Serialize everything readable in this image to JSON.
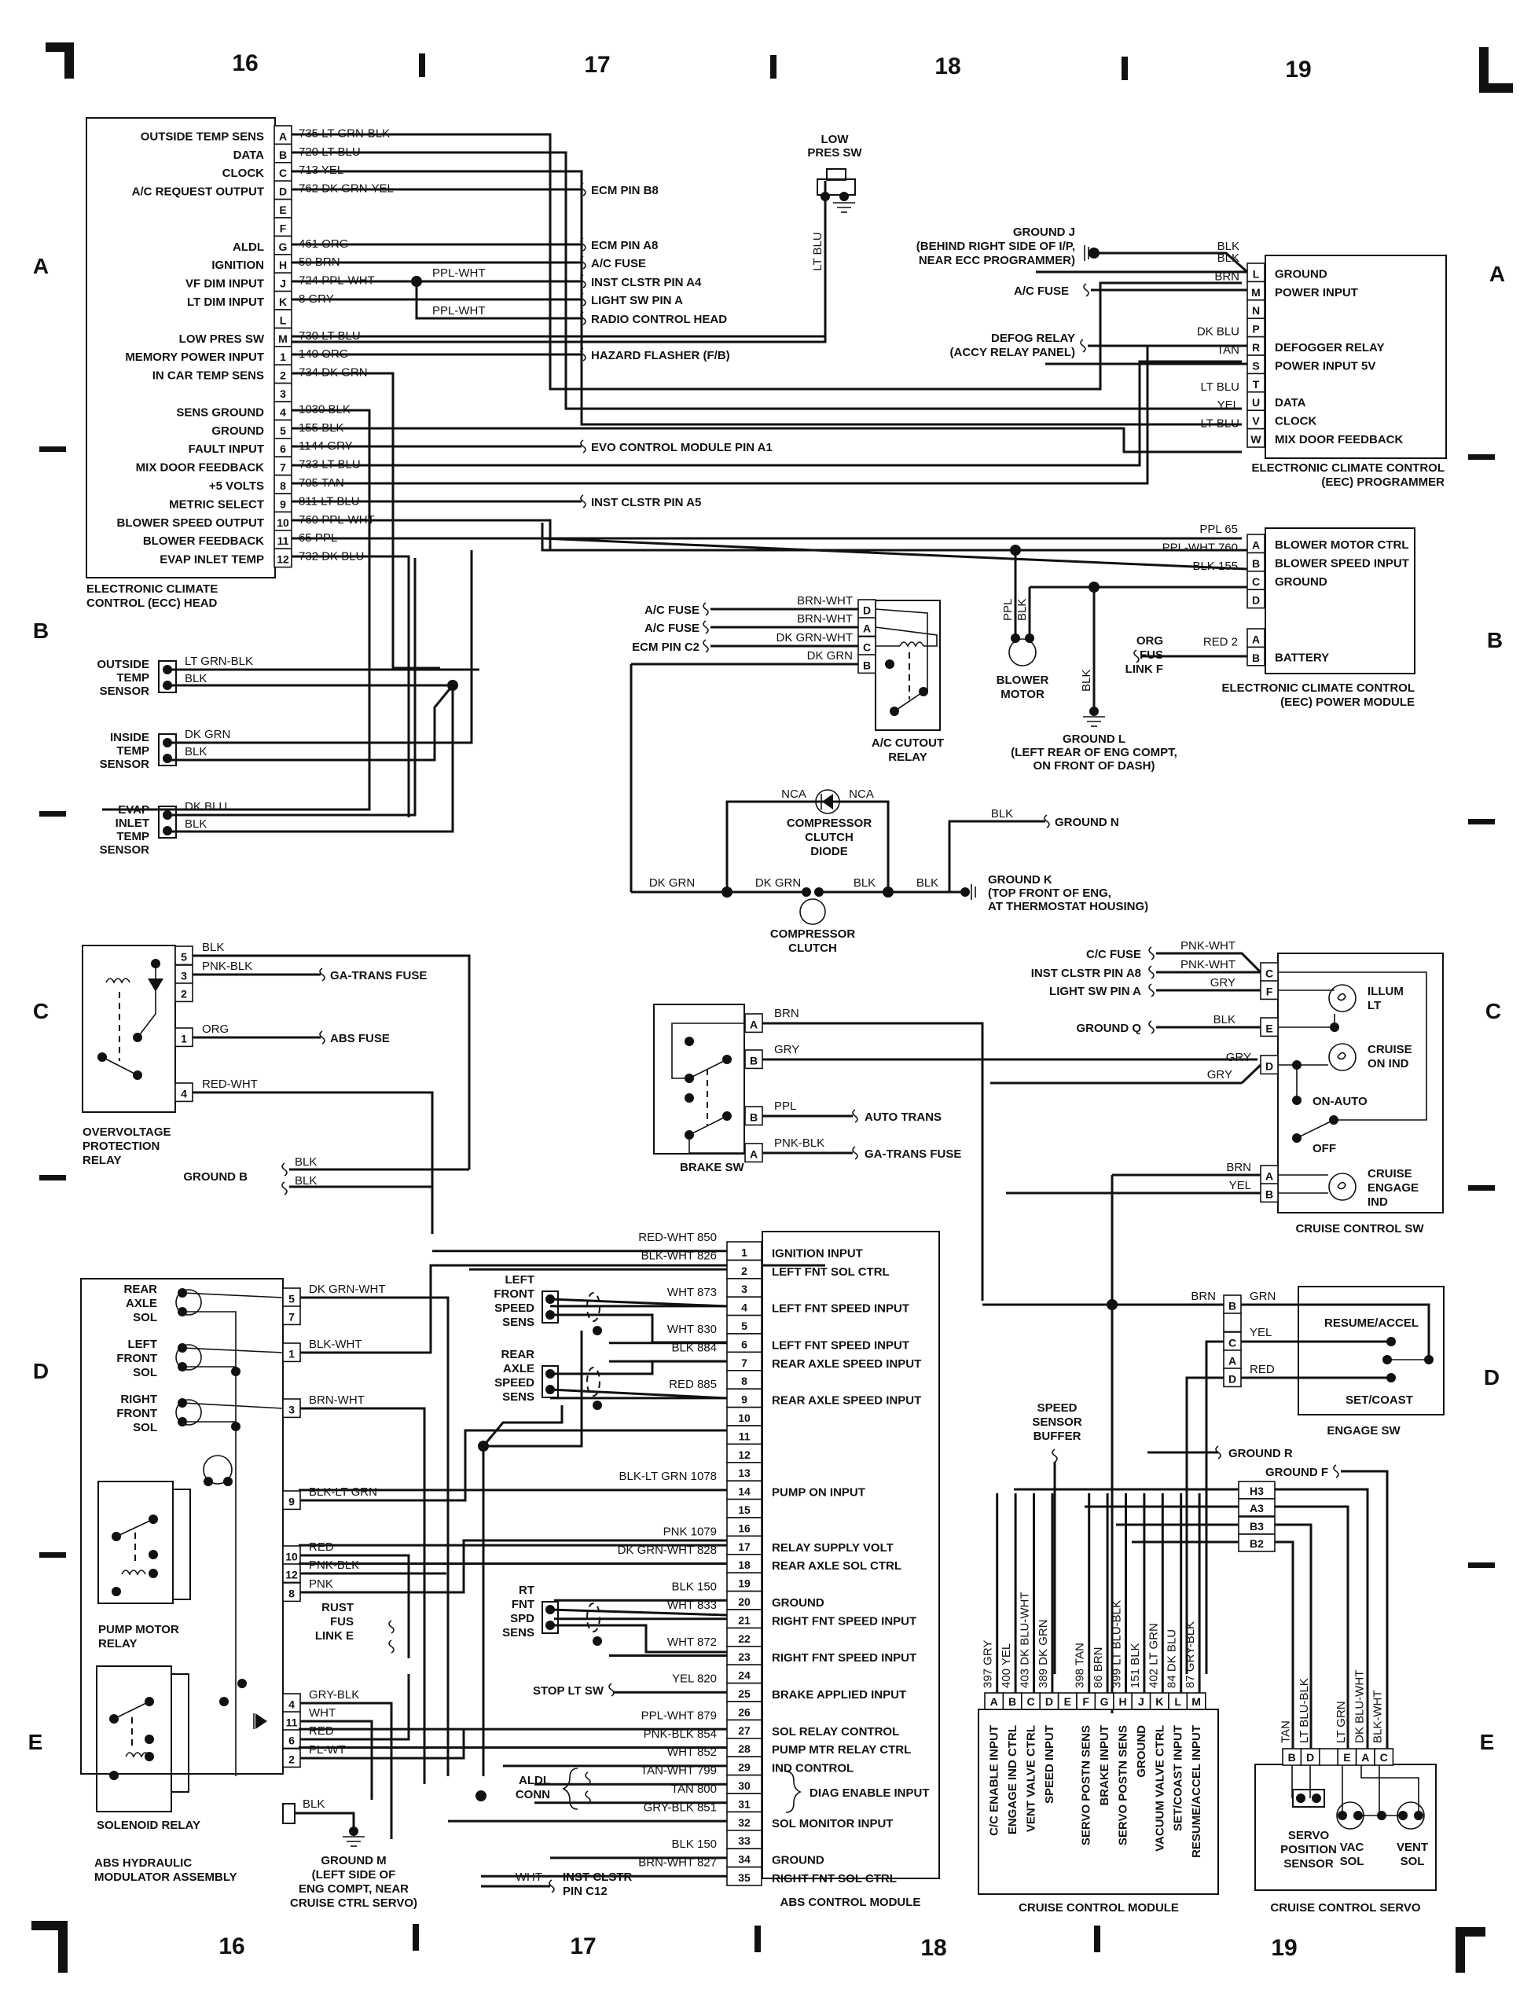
{
  "grid": {
    "columns_top": [
      "16",
      "17",
      "18",
      "19"
    ],
    "columns_bottom": [
      "16",
      "17",
      "18",
      "19"
    ],
    "rows_left": [
      "A",
      "B",
      "C",
      "D",
      "E"
    ],
    "rows_right": [
      "A",
      "B",
      "C",
      "D",
      "E"
    ]
  },
  "ecc_head": {
    "title": [
      "ELECTRONIC CLIMATE",
      "CONTROL (ECC) HEAD"
    ],
    "pins": [
      {
        "pin": "A",
        "func": "OUTSIDE TEMP SENS",
        "wire": "735 LT GRN-BLK"
      },
      {
        "pin": "B",
        "func": "DATA",
        "wire": "720 LT BLU"
      },
      {
        "pin": "C",
        "func": "CLOCK",
        "wire": "713 YEL"
      },
      {
        "pin": "D",
        "func": "A/C REQUEST OUTPUT",
        "wire": "762 DK GRN-YEL"
      },
      {
        "pin": "E",
        "func": "",
        "wire": ""
      },
      {
        "pin": "F",
        "func": "",
        "wire": ""
      },
      {
        "pin": "G",
        "func": "ALDL",
        "wire": "461 ORG"
      },
      {
        "pin": "H",
        "func": "IGNITION",
        "wire": "50 BRN"
      },
      {
        "pin": "J",
        "func": "VF DIM INPUT",
        "wire": "724 PPL-WHT"
      },
      {
        "pin": "K",
        "func": "LT DIM INPUT",
        "wire": "8 GRY"
      },
      {
        "pin": "L",
        "func": "",
        "wire": ""
      },
      {
        "pin": "M",
        "func": "LOW PRES SW",
        "wire": "730 LT BLU"
      },
      {
        "pin": "1",
        "func": "MEMORY POWER INPUT",
        "wire": "140 ORG"
      },
      {
        "pin": "2",
        "func": "IN CAR TEMP SENS",
        "wire": "734 DK GRN"
      },
      {
        "pin": "3",
        "func": "",
        "wire": ""
      },
      {
        "pin": "4",
        "func": "SENS GROUND",
        "wire": "1030 BLK"
      },
      {
        "pin": "5",
        "func": "GROUND",
        "wire": "155 BLK"
      },
      {
        "pin": "6",
        "func": "FAULT INPUT",
        "wire": "1144 GRY"
      },
      {
        "pin": "7",
        "func": "MIX DOOR FEEDBACK",
        "wire": "733 LT BLU"
      },
      {
        "pin": "8",
        "func": "+5 VOLTS",
        "wire": "705 TAN"
      },
      {
        "pin": "9",
        "func": "METRIC SELECT",
        "wire": "811 LT BLU"
      },
      {
        "pin": "10",
        "func": "BLOWER SPEED OUTPUT",
        "wire": "760 PPL-WHT"
      },
      {
        "pin": "11",
        "func": "BLOWER FEEDBACK",
        "wire": "65 PPL"
      },
      {
        "pin": "12",
        "func": "EVAP INLET TEMP",
        "wire": "732 DK BLU"
      }
    ],
    "splice_labels": [
      "PPL-WHT",
      "PPL-WHT"
    ]
  },
  "ecc_destinations": [
    {
      "label": "ECM PIN B8"
    },
    {
      "label": "ECM PIN A8"
    },
    {
      "label": "A/C FUSE"
    },
    {
      "label": "INST CLSTR PIN A4"
    },
    {
      "label": "LIGHT SW PIN A"
    },
    {
      "label": "RADIO CONTROL HEAD"
    },
    {
      "label": "HAZARD FLASHER (F/B)"
    },
    {
      "label": "EVO CONTROL MODULE PIN A1"
    },
    {
      "label": "INST CLSTR PIN A5"
    }
  ],
  "low_pres_sw": {
    "title": [
      "LOW",
      "PRES SW"
    ],
    "wire": "LT BLU"
  },
  "eec_programmer": {
    "title": [
      "ELECTRONIC CLIMATE CONTROL",
      "(EEC) PROGRAMMER"
    ],
    "ground_j": [
      "GROUND J",
      "(BEHIND RIGHT SIDE OF I/P,",
      "NEAR ECC PROGRAMMER)"
    ],
    "ac_fuse": "A/C FUSE",
    "defog": [
      "DEFOG RELAY",
      "(ACCY RELAY PANEL)"
    ],
    "pins": [
      {
        "pin": "L",
        "func": "GROUND",
        "wire": "BLK"
      },
      {
        "pin": "M",
        "func": "POWER INPUT",
        "wire": "BRN"
      },
      {
        "pin": "N",
        "func": "",
        "wire": ""
      },
      {
        "pin": "P",
        "func": "",
        "wire": ""
      },
      {
        "pin": "R",
        "func": "DEFOGGER RELAY",
        "wire": "DK BLU"
      },
      {
        "pin": "S",
        "func": "POWER INPUT 5V",
        "wire": "TAN"
      },
      {
        "pin": "T",
        "func": "",
        "wire": ""
      },
      {
        "pin": "U",
        "func": "DATA",
        "wire": "LT BLU"
      },
      {
        "pin": "V",
        "func": "CLOCK",
        "wire": "YEL"
      },
      {
        "pin": "W",
        "func": "MIX DOOR FEEDBACK",
        "wire": "LT BLU"
      }
    ],
    "ground_wire_top": "BLK"
  },
  "eec_power_module": {
    "title": [
      "ELECTRONIC CLIMATE CONTROL",
      "(EEC) POWER MODULE"
    ],
    "pins": [
      {
        "pin": "A",
        "func": "BLOWER MOTOR CTRL",
        "wire": "PPL 65"
      },
      {
        "pin": "B",
        "func": "BLOWER SPEED INPUT",
        "wire": "PPL-WHT 760"
      },
      {
        "pin": "C",
        "func": "GROUND",
        "wire": "BLK 155"
      },
      {
        "pin": "D",
        "func": "",
        "wire": ""
      }
    ],
    "pins2": [
      {
        "pin": "A",
        "func": "",
        "wire": ""
      },
      {
        "pin": "B",
        "func": "BATTERY",
        "wire": "RED 2"
      }
    ],
    "fuse_link": [
      "ORG",
      "FUS",
      "LINK F"
    ]
  },
  "blower_motor": {
    "title": [
      "BLOWER",
      "MOTOR"
    ],
    "wires": [
      "PPL",
      "BLK"
    ]
  },
  "ground_l": {
    "wire": "BLK",
    "title": [
      "GROUND L",
      "(LEFT REAR OF ENG COMPT,",
      "ON FRONT OF DASH)"
    ]
  },
  "temp_sensors": [
    {
      "title": [
        "OUTSIDE",
        "TEMP",
        "SENSOR"
      ],
      "wires": [
        "LT GRN-BLK",
        "BLK"
      ]
    },
    {
      "title": [
        "INSIDE",
        "TEMP",
        "SENSOR"
      ],
      "wires": [
        "DK GRN",
        "BLK"
      ]
    },
    {
      "title": [
        "EVAP",
        "INLET",
        "TEMP",
        "SENSOR"
      ],
      "wires": [
        "DK BLU",
        "BLK"
      ]
    }
  ],
  "ac_cutout_relay": {
    "title": [
      "A/C CUTOUT",
      "RELAY"
    ],
    "inputs": [
      {
        "src": "A/C FUSE",
        "wire": "BRN-WHT",
        "pin": "D"
      },
      {
        "src": "A/C FUSE",
        "wire": "BRN-WHT",
        "pin": "A"
      },
      {
        "src": "ECM PIN C2",
        "wire": "DK GRN-WHT",
        "pin": "C"
      },
      {
        "src": "",
        "wire": "DK GRN",
        "pin": "B"
      }
    ]
  },
  "compressor": {
    "diode_title": [
      "COMPRESSOR",
      "CLUTCH",
      "DIODE"
    ],
    "diode_labels": [
      "NCA",
      "NCA"
    ],
    "clutch_title": [
      "COMPRESSOR",
      "CLUTCH"
    ],
    "wires": [
      "DK GRN",
      "DK GRN",
      "BLK",
      "BLK"
    ],
    "ground_n": {
      "wire": "BLK",
      "label": "GROUND N"
    },
    "ground_k": [
      "GROUND K",
      "(TOP FRONT OF ENG,",
      "AT THERMOSTAT HOUSING)"
    ]
  },
  "overvoltage_relay": {
    "title": [
      "OVERVOLTAGE",
      "PROTECTION",
      "RELAY"
    ],
    "pins": [
      {
        "pin": "5",
        "wire": "BLK",
        "dest": ""
      },
      {
        "pin": "3",
        "wire": "PNK-BLK",
        "dest": "GA-TRANS FUSE"
      },
      {
        "pin": "2",
        "wire": "",
        "dest": ""
      },
      {
        "pin": "1",
        "wire": "ORG",
        "dest": "ABS FUSE"
      },
      {
        "pin": "4",
        "wire": "RED-WHT",
        "dest": ""
      }
    ],
    "ground_b": {
      "label": "GROUND B",
      "wires": [
        "BLK",
        "BLK"
      ]
    }
  },
  "brake_sw": {
    "title": "BRAKE SW",
    "pins": [
      {
        "pin": "A",
        "wire": "BRN",
        "dest": ""
      },
      {
        "pin": "B",
        "wire": "GRY",
        "dest": ""
      },
      {
        "pin": "B",
        "wire": "PPL",
        "dest": "AUTO TRANS"
      },
      {
        "pin": "A",
        "wire": "PNK-BLK",
        "dest": "GA-TRANS FUSE"
      }
    ]
  },
  "cruise_control_sw": {
    "title": "CRUISE CONTROL SW",
    "inputs": [
      {
        "src": "C/C FUSE",
        "wire": "PNK-WHT"
      },
      {
        "src": "INST CLSTR PIN A8",
        "wire": "PNK-WHT"
      },
      {
        "src": "LIGHT SW PIN A",
        "wire": "GRY"
      },
      {
        "src": "GROUND Q",
        "wire": "BLK"
      }
    ],
    "pins": [
      "C",
      "F",
      "E",
      "D",
      "A",
      "B"
    ],
    "d_wires": [
      "GRY",
      "GRY"
    ],
    "ab_wires": [
      "BRN",
      "YEL"
    ],
    "lamps": [
      [
        "ILLUM",
        "LT"
      ],
      [
        "CRUISE",
        "ON IND"
      ],
      [
        "CRUISE",
        "ENGAGE",
        "IND"
      ]
    ],
    "positions": [
      "ON-AUTO",
      "OFF"
    ]
  },
  "abs_hydraulic": {
    "title": [
      "ABS HYDRAULIC",
      "MODULATOR ASSEMBLY"
    ],
    "solenoids": [
      [
        "REAR",
        "AXLE",
        "SOL"
      ],
      [
        "LEFT",
        "FRONT",
        "SOL"
      ],
      [
        "RIGHT",
        "FRONT",
        "SOL"
      ]
    ],
    "pump_relay": [
      "PUMP MOTOR",
      "RELAY"
    ],
    "sol_relay": "SOLENOID RELAY",
    "pins": [
      {
        "pin": "5",
        "wire": "DK GRN-WHT"
      },
      {
        "pin": "7",
        "wire": ""
      },
      {
        "pin": "1",
        "wire": "BLK-WHT"
      },
      {
        "pin": "3",
        "wire": "BRN-WHT"
      },
      {
        "pin": "9",
        "wire": "BLK-LT GRN"
      },
      {
        "pin": "10",
        "wire": "RED"
      },
      {
        "pin": "12",
        "wire": "PNK-BLK"
      },
      {
        "pin": "8",
        "wire": "PNK"
      },
      {
        "pin": "4",
        "wire": "GRY-BLK"
      },
      {
        "pin": "11",
        "wire": "WHT"
      },
      {
        "pin": "6",
        "wire": "RED"
      },
      {
        "pin": "2",
        "wire": "PL-WT"
      }
    ],
    "ground_wire": "BLK"
  },
  "rust_fus_link": [
    "RUST",
    "FUS",
    "LINK E"
  ],
  "ground_m": [
    "GROUND M",
    "(LEFT SIDE OF",
    "ENG COMPT, NEAR",
    "CRUISE CTRL SERVO)"
  ],
  "speed_sensors": [
    {
      "title": [
        "LEFT",
        "FRONT",
        "SPEED",
        "SENS"
      ]
    },
    {
      "title": [
        "REAR",
        "AXLE",
        "SPEED",
        "SENS"
      ]
    },
    {
      "title": [
        "RT",
        "FNT",
        "SPD",
        "SENS"
      ]
    }
  ],
  "abs_module": {
    "title": "ABS CONTROL MODULE",
    "pins": [
      {
        "pin": "1",
        "func": "IGNITION INPUT",
        "wire": "RED-WHT 850"
      },
      {
        "pin": "2",
        "func": "LEFT FNT SOL CTRL",
        "wire": "BLK-WHT 826"
      },
      {
        "pin": "3",
        "func": "",
        "wire": ""
      },
      {
        "pin": "4",
        "func": "LEFT FNT SPEED INPUT",
        "wire": "WHT 873"
      },
      {
        "pin": "5",
        "func": "",
        "wire": ""
      },
      {
        "pin": "6",
        "func": "LEFT FNT SPEED INPUT",
        "wire": "WHT 830"
      },
      {
        "pin": "7",
        "func": "REAR AXLE SPEED INPUT",
        "wire": "BLK 884"
      },
      {
        "pin": "8",
        "func": "",
        "wire": ""
      },
      {
        "pin": "9",
        "func": "REAR AXLE SPEED INPUT",
        "wire": "RED 885"
      },
      {
        "pin": "10",
        "func": "",
        "wire": ""
      },
      {
        "pin": "11",
        "func": "",
        "wire": ""
      },
      {
        "pin": "12",
        "func": "",
        "wire": ""
      },
      {
        "pin": "13",
        "func": "",
        "wire": ""
      },
      {
        "pin": "14",
        "func": "PUMP ON INPUT",
        "wire": "BLK-LT GRN 1078"
      },
      {
        "pin": "15",
        "func": "",
        "wire": ""
      },
      {
        "pin": "16",
        "func": "",
        "wire": ""
      },
      {
        "pin": "17",
        "func": "RELAY SUPPLY VOLT",
        "wire": "PNK 1079"
      },
      {
        "pin": "18",
        "func": "REAR AXLE SOL CTRL",
        "wire": "DK GRN-WHT 828"
      },
      {
        "pin": "19",
        "func": "",
        "wire": ""
      },
      {
        "pin": "20",
        "func": "GROUND",
        "wire": "BLK 150"
      },
      {
        "pin": "21",
        "func": "RIGHT FNT SPEED INPUT",
        "wire": "WHT 833"
      },
      {
        "pin": "22",
        "func": "",
        "wire": ""
      },
      {
        "pin": "23",
        "func": "RIGHT FNT SPEED INPUT",
        "wire": "WHT 872"
      },
      {
        "pin": "24",
        "func": "",
        "wire": ""
      },
      {
        "pin": "25",
        "func": "BRAKE APPLIED INPUT",
        "wire": "YEL 820"
      },
      {
        "pin": "26",
        "func": "",
        "wire": ""
      },
      {
        "pin": "27",
        "func": "SOL RELAY CONTROL",
        "wire": "PPL-WHT 879"
      },
      {
        "pin": "28",
        "func": "PUMP MTR RELAY CTRL",
        "wire": "PNK-BLK 854"
      },
      {
        "pin": "29",
        "func": "IND CONTROL",
        "wire": "WHT 852"
      },
      {
        "pin": "30",
        "func": "",
        "wire": "TAN-WHT 799"
      },
      {
        "pin": "31",
        "func": "",
        "wire": "TAN 800"
      },
      {
        "pin": "32",
        "func": "SOL MONITOR INPUT",
        "wire": "GRY-BLK 851"
      },
      {
        "pin": "33",
        "func": "",
        "wire": ""
      },
      {
        "pin": "34",
        "func": "GROUND",
        "wire": "BLK 150"
      },
      {
        "pin": "35",
        "func": "RIGHT FNT SOL CTRL",
        "wire": "BRN-WHT 827"
      }
    ],
    "diag_label": "DIAG ENABLE INPUT",
    "stop_lt_sw": "STOP LT SW",
    "aldl_conn": [
      "ALDL",
      "CONN"
    ],
    "inst_clstr": {
      "wire": "WHT",
      "label": [
        "INST CLSTR",
        "PIN C12"
      ]
    }
  },
  "engage_sw": {
    "title": "ENGAGE SW",
    "pins": [
      "B",
      "",
      "C",
      "A",
      "D"
    ],
    "wires_in": [
      "BRN"
    ],
    "wires_out": [
      "GRN",
      "YEL",
      "RED"
    ],
    "positions": [
      "RESUME/ACCEL",
      "SET/COAST"
    ]
  },
  "speed_sensor_buffer": [
    "SPEED",
    "SENSOR",
    "BUFFER"
  ],
  "ground_r": "GROUND R",
  "ground_f": "GROUND F",
  "servo_connector": [
    "H3",
    "A3",
    "B3",
    "B2"
  ],
  "cruise_module": {
    "title": "CRUISE CONTROL MODULE",
    "pins": [
      {
        "pin": "A",
        "func": "C/C ENABLE INPUT",
        "wire": "397 GRY"
      },
      {
        "pin": "B",
        "func": "ENGAGE IND CTRL",
        "wire": "400 YEL"
      },
      {
        "pin": "C",
        "func": "VENT VALVE CTRL",
        "wire": "403 DK BLU-WHT"
      },
      {
        "pin": "D",
        "func": "SPEED INPUT",
        "wire": "389 DK GRN"
      },
      {
        "pin": "E",
        "func": "",
        "wire": ""
      },
      {
        "pin": "F",
        "func": "SERVO POSTN SENS",
        "wire": "398 TAN"
      },
      {
        "pin": "G",
        "func": "BRAKE INPUT",
        "wire": "86 BRN"
      },
      {
        "pin": "H",
        "func": "SERVO POSTN SENS",
        "wire": "399 LT BLU-BLK"
      },
      {
        "pin": "J",
        "func": "GROUND",
        "wire": "151 BLK"
      },
      {
        "pin": "K",
        "func": "VACUUM VALVE CTRL",
        "wire": "402 LT GRN"
      },
      {
        "pin": "L",
        "func": "SET/COAST INPUT",
        "wire": "84 DK BLU"
      },
      {
        "pin": "M",
        "func": "RESUME/ACCEL INPUT",
        "wire": "87 GRY-BLK"
      }
    ]
  },
  "cruise_servo": {
    "title": "CRUISE CONTROL SERVO",
    "pins": [
      {
        "pin": "B",
        "wire": "TAN"
      },
      {
        "pin": "D",
        "wire": "LT BLU-BLK"
      },
      {
        "pin": "",
        "wire": ""
      },
      {
        "pin": "E",
        "wire": "LT GRN"
      },
      {
        "pin": "A",
        "wire": "DK BLU-WHT"
      },
      {
        "pin": "C",
        "wire": "BLK-WHT"
      }
    ],
    "parts": [
      [
        "SERVO",
        "POSITION",
        "SENSOR"
      ],
      [
        "VAC",
        "SOL"
      ],
      [
        "VENT",
        "SOL"
      ]
    ]
  }
}
